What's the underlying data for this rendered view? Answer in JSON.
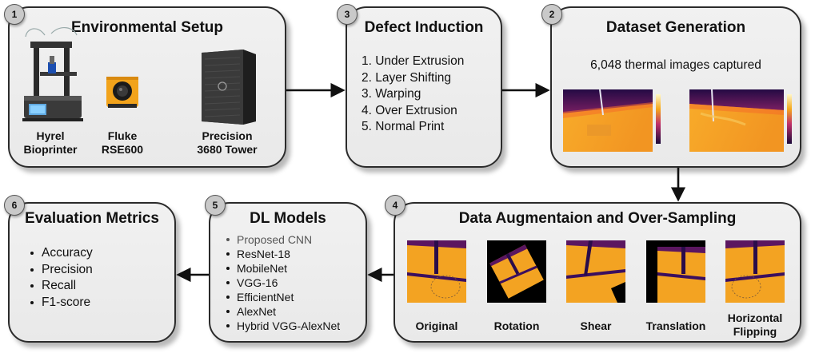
{
  "env": {
    "badge": "1",
    "title": "Environmental Setup",
    "devices": [
      {
        "line1": "Hyrel",
        "line2": "Bioprinter",
        "icon": "bioprinter-icon"
      },
      {
        "line1": "Fluke",
        "line2": "RSE600",
        "icon": "thermal-camera-icon"
      },
      {
        "line1": "Precision",
        "line2": "3680 Tower",
        "icon": "tower-pc-icon"
      }
    ]
  },
  "defect": {
    "badge": "3",
    "title": "Defect Induction",
    "items": [
      "1. Under Extrusion",
      "2. Layer Shifting",
      "3. Warping",
      "4. Over Extrusion",
      "5. Normal Print"
    ]
  },
  "dataset": {
    "badge": "2",
    "title": "Dataset Generation",
    "note": "6,048 thermal images captured"
  },
  "augment": {
    "badge": "4",
    "title": "Data Augmentaion and Over-Sampling",
    "samples": [
      {
        "line1": "Original",
        "line2": ""
      },
      {
        "line1": "Rotation",
        "line2": ""
      },
      {
        "line1": "Shear",
        "line2": ""
      },
      {
        "line1": "Translation",
        "line2": ""
      },
      {
        "line1": "Horizontal",
        "line2": "Flipping"
      }
    ]
  },
  "models": {
    "badge": "5",
    "title": "DL Models",
    "items": [
      "Proposed CNN",
      "ResNet-18",
      "MobileNet",
      "VGG-16",
      "EfficientNet",
      "AlexNet",
      "Hybrid VGG-AlexNet"
    ]
  },
  "metrics": {
    "badge": "6",
    "title": "Evaluation Metrics",
    "items": [
      "Accuracy",
      "Precision",
      "Recall",
      "F1-score"
    ]
  },
  "colors": {
    "border": "#2b2b2b",
    "box_fill": "#efefef",
    "thermal_hot": "#f5a81c",
    "thermal_cold": "#2a0c4a",
    "thermal_mid": "#c0306a"
  }
}
